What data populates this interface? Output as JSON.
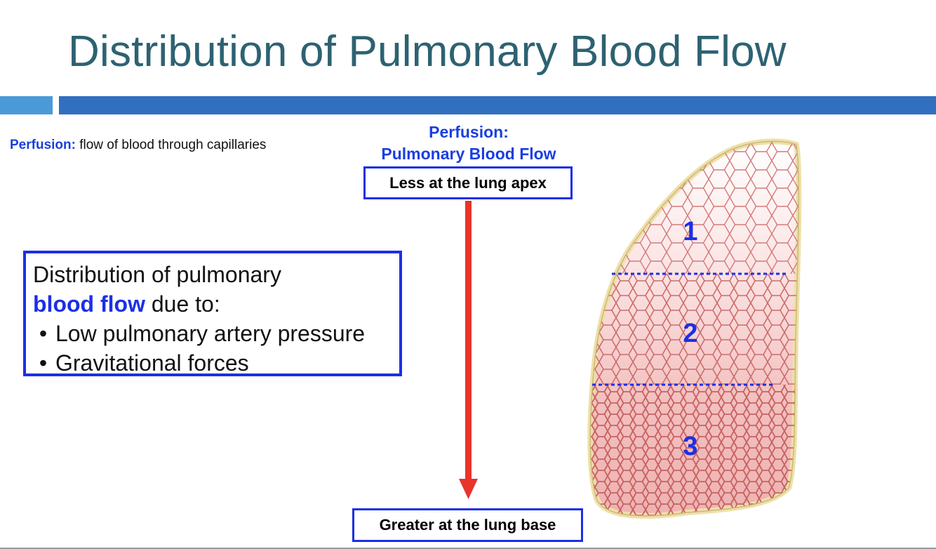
{
  "slide": {
    "title": "Distribution of Pulmonary Blood Flow"
  },
  "definition": {
    "term": "Perfusion:",
    "text": " flow of blood through capillaries"
  },
  "info_box": {
    "line1": "Distribution of pulmonary",
    "highlight": "blood flow",
    "line2_rest": " due to:",
    "bullets": [
      "Low pulmonary artery pressure",
      "Gravitational forces"
    ]
  },
  "arrow": {
    "heading_line1": "Perfusion:",
    "heading_line2": "Pulmonary Blood Flow",
    "top_label": "Less at the lung apex",
    "bottom_label": "Greater at the lung base"
  },
  "lung": {
    "zones": [
      "1",
      "2",
      "3"
    ]
  },
  "colors": {
    "title": "#2d6272",
    "accent_blue": "#1c2fe6",
    "arrow_red": "#e8342a",
    "bar_light": "#4a9ad8",
    "bar_dark": "#316fbf",
    "lung_outline": "#efe0a8",
    "cell_line": "#d37a7a"
  }
}
